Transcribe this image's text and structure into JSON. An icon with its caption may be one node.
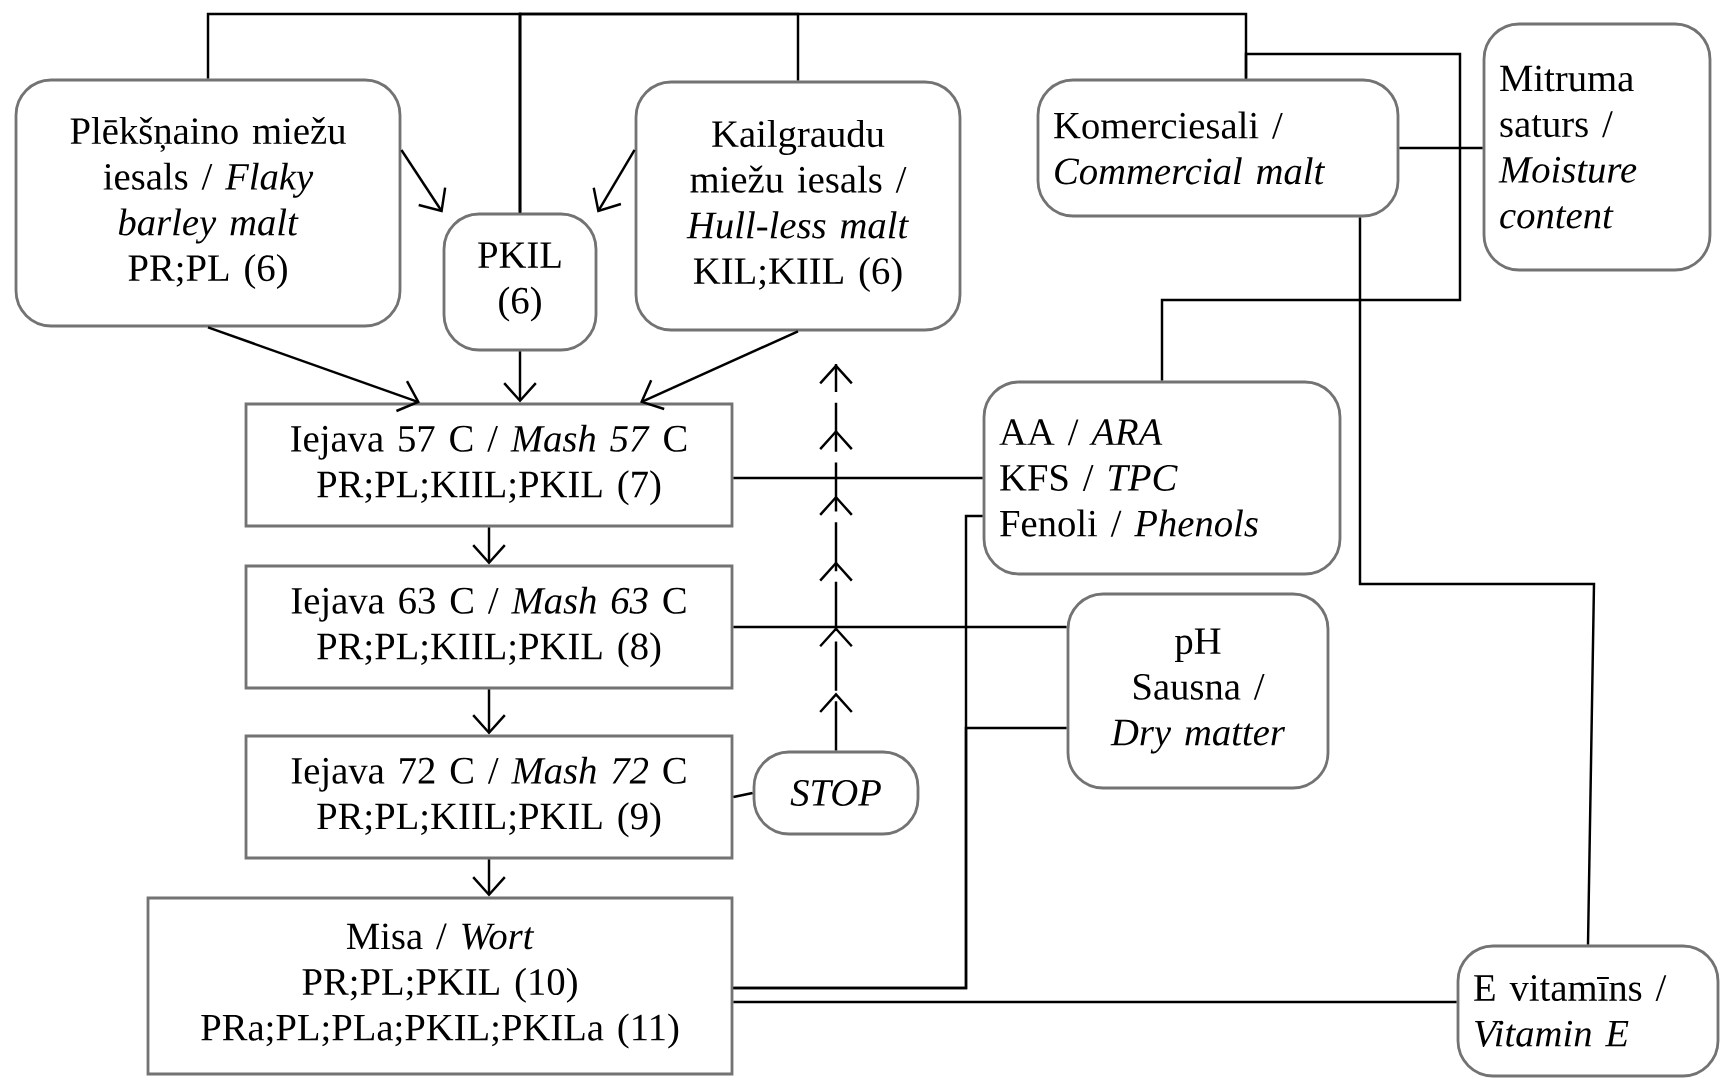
{
  "diagram": {
    "nodes": [
      {
        "text": [
          "Plēkšņaino miežu iesals / *Flaky barley malt*",
          "PR;PL (6)"
        ]
      },
      {
        "text": [
          "PKIL (6)"
        ]
      },
      {
        "text": [
          "Kailgraudu miežu iesals / *Hull-less malt*",
          "KIL;KIIL (6)"
        ]
      },
      {
        "text": [
          "Komerciesali / *Commercial malt*"
        ]
      },
      {
        "text": [
          "Mitruma saturs / *Moisture content*"
        ]
      },
      {
        "text": [
          "Iejava 57 C / *Mash 57* C",
          "PR;PL;KIIL;PKIL (7)"
        ]
      },
      {
        "text": [
          "Iejava 63 C / *Mash 63* C",
          "PR;PL;KIIL;PKIL (8)"
        ]
      },
      {
        "text": [
          "Iejava 72 C / *Mash 72* C",
          "PR;PL;KIIL;PKIL (9)"
        ]
      },
      {
        "text": [
          "STOP"
        ]
      },
      {
        "text": [
          "AA / *ARA*",
          "KFS / *TPC*",
          "Fenoli / *Phenols*"
        ]
      },
      {
        "text": [
          "pH",
          "Sausna / *Dry matter*"
        ]
      },
      {
        "text": [
          "Misa / *Wort*",
          "PR;PL;PKIL (10)",
          "PRa;PL;PLa;PKIL;PKILa (11)"
        ]
      },
      {
        "text": [
          "E vitamīns / *Vitamin E*"
        ]
      }
    ],
    "edges": [
      {
        "from": 0,
        "to": 1,
        "arrow": "none"
      },
      {
        "from": 2,
        "to": 1,
        "arrow": "none"
      },
      {
        "from": 3,
        "to": 1,
        "arrow": "none"
      },
      {
        "from": 3,
        "to": 9,
        "arrow": "none"
      },
      {
        "from": 3,
        "to": 4,
        "arrow": "none"
      },
      {
        "from": 0,
        "to": 1,
        "arrow": "to"
      },
      {
        "from": 2,
        "to": 1,
        "arrow": "to"
      },
      {
        "from": 0,
        "to": 5,
        "arrow": "to"
      },
      {
        "from": 1,
        "to": 5,
        "arrow": "to"
      },
      {
        "from": 2,
        "to": 5,
        "arrow": "to"
      },
      {
        "from": 5,
        "to": 6,
        "arrow": "to"
      },
      {
        "from": 6,
        "to": 7,
        "arrow": "to"
      },
      {
        "from": 7,
        "to": 11,
        "arrow": "to"
      },
      {
        "from": 7,
        "to": 8,
        "arrow": "none"
      },
      {
        "from": 8,
        "to": null,
        "arrow": "to",
        "style": "dashed"
      },
      {
        "from": 5,
        "to": 9,
        "arrow": "none"
      },
      {
        "from": 6,
        "to": 10,
        "arrow": "none"
      },
      {
        "from": 11,
        "to": 9,
        "arrow": "none"
      },
      {
        "from": 11,
        "to": 10,
        "arrow": "none"
      },
      {
        "from": 11,
        "to": 12,
        "arrow": "none"
      },
      {
        "from": 3,
        "to": 12,
        "arrow": "none"
      }
    ]
  }
}
